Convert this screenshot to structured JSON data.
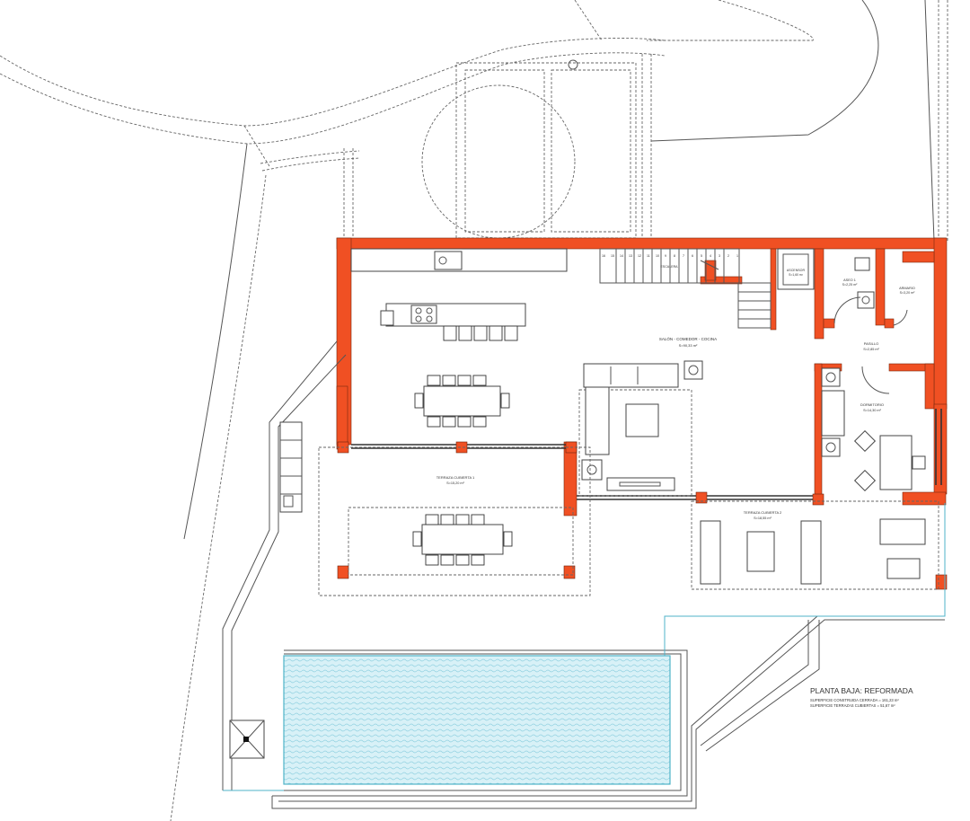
{
  "plan_title": "PLANTA BAJA: REFORMADA",
  "area_lines": [
    "SUPERFICIE CONSTRUIDA CERRADA = 161,23 m²",
    "SUPERFICIE TERRAZAS CUBIERTAS = 51,67 m²"
  ],
  "rooms": {
    "salon": {
      "name": "SALÓN - COMEDOR - COCINA",
      "area": "S=90,33 m²"
    },
    "terrace1": {
      "name": "TERRAZA CUBIERTA 1",
      "area": "S=15,20 m²"
    },
    "terrace2": {
      "name": "TERRAZA CUBIERTA 2",
      "area": "S=18,55 m²"
    },
    "bedroom": {
      "name": "DORMITORIO",
      "area": "S=14,30 m²"
    },
    "pasillo": {
      "name": "PASILLO",
      "area": "S=2,85 m²"
    },
    "aseo": {
      "name": "ASEO 1",
      "area": "S=2,25 m²"
    },
    "armario": {
      "name": "ARMARIO",
      "area": "S=3,20 m²"
    },
    "ascensor": {
      "name": "ASCENSOR",
      "area": "S=1,60 m²"
    },
    "stairs": {
      "name": "ESCALERA"
    }
  },
  "stair_numbers": [
    "16",
    "15",
    "14",
    "13",
    "12",
    "11",
    "10",
    "9",
    "8",
    "7",
    "6",
    "5",
    "4",
    "3",
    "2",
    "1"
  ],
  "colors": {
    "wall": "#f05023",
    "pool_water": "#d8f1f7",
    "pool_edge": "#4fb3c8"
  }
}
